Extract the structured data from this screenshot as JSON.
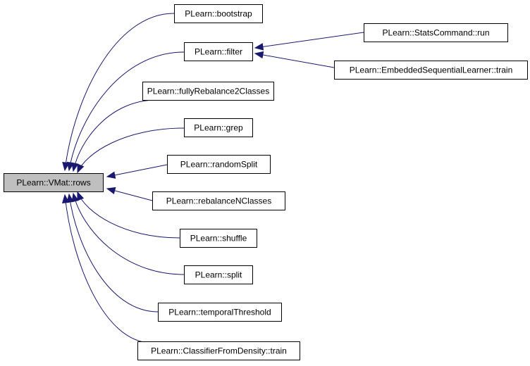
{
  "colors": {
    "edge": "#191970",
    "root_fill": "#bfbfbf",
    "node_fill": "#ffffff",
    "node_border": "#000000"
  },
  "nodes": [
    {
      "id": "rows",
      "label": "PLearn::VMat::rows"
    },
    {
      "id": "bootstrap",
      "label": "PLearn::bootstrap"
    },
    {
      "id": "filter",
      "label": "PLearn::filter"
    },
    {
      "id": "fullyRebalance",
      "label": "PLearn::fullyRebalance2Classes"
    },
    {
      "id": "grep",
      "label": "PLearn::grep"
    },
    {
      "id": "randomSplit",
      "label": "PLearn::randomSplit"
    },
    {
      "id": "rebalance",
      "label": "PLearn::rebalanceNClasses"
    },
    {
      "id": "shuffle",
      "label": "PLearn::shuffle"
    },
    {
      "id": "split",
      "label": "PLearn::split"
    },
    {
      "id": "temporal",
      "label": "PLearn::temporalThreshold"
    },
    {
      "id": "classifier",
      "label": "PLearn::ClassifierFromDensity::train"
    },
    {
      "id": "stats",
      "label": "PLearn::StatsCommand::run"
    },
    {
      "id": "embedded",
      "label": "PLearn::EmbeddedSequentialLearner::train"
    }
  ],
  "edges": [
    {
      "from": "bootstrap",
      "to": "rows"
    },
    {
      "from": "filter",
      "to": "rows"
    },
    {
      "from": "fullyRebalance",
      "to": "rows"
    },
    {
      "from": "grep",
      "to": "rows"
    },
    {
      "from": "randomSplit",
      "to": "rows"
    },
    {
      "from": "rebalance",
      "to": "rows"
    },
    {
      "from": "shuffle",
      "to": "rows"
    },
    {
      "from": "split",
      "to": "rows"
    },
    {
      "from": "temporal",
      "to": "rows"
    },
    {
      "from": "classifier",
      "to": "rows"
    },
    {
      "from": "stats",
      "to": "filter"
    },
    {
      "from": "embedded",
      "to": "filter"
    }
  ]
}
